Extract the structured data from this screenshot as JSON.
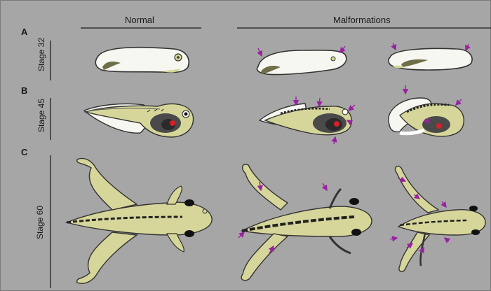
{
  "headers": {
    "normal": "Normal",
    "malformations": "Malformations"
  },
  "panels": [
    {
      "letter": "A",
      "stage": "Stage 32"
    },
    {
      "letter": "B",
      "stage": "Stage 45"
    },
    {
      "letter": "C",
      "stage": "Stage 60"
    }
  ],
  "colors": {
    "background": "#a6a6a6",
    "body": "#d6d69a",
    "outline": "#333333",
    "embryo_white": "#f7f7f2",
    "arrow": "#9b1fa3",
    "pigment": "#1e1e1e",
    "gut": "#4a4a4a",
    "heart": "#d4202a"
  }
}
